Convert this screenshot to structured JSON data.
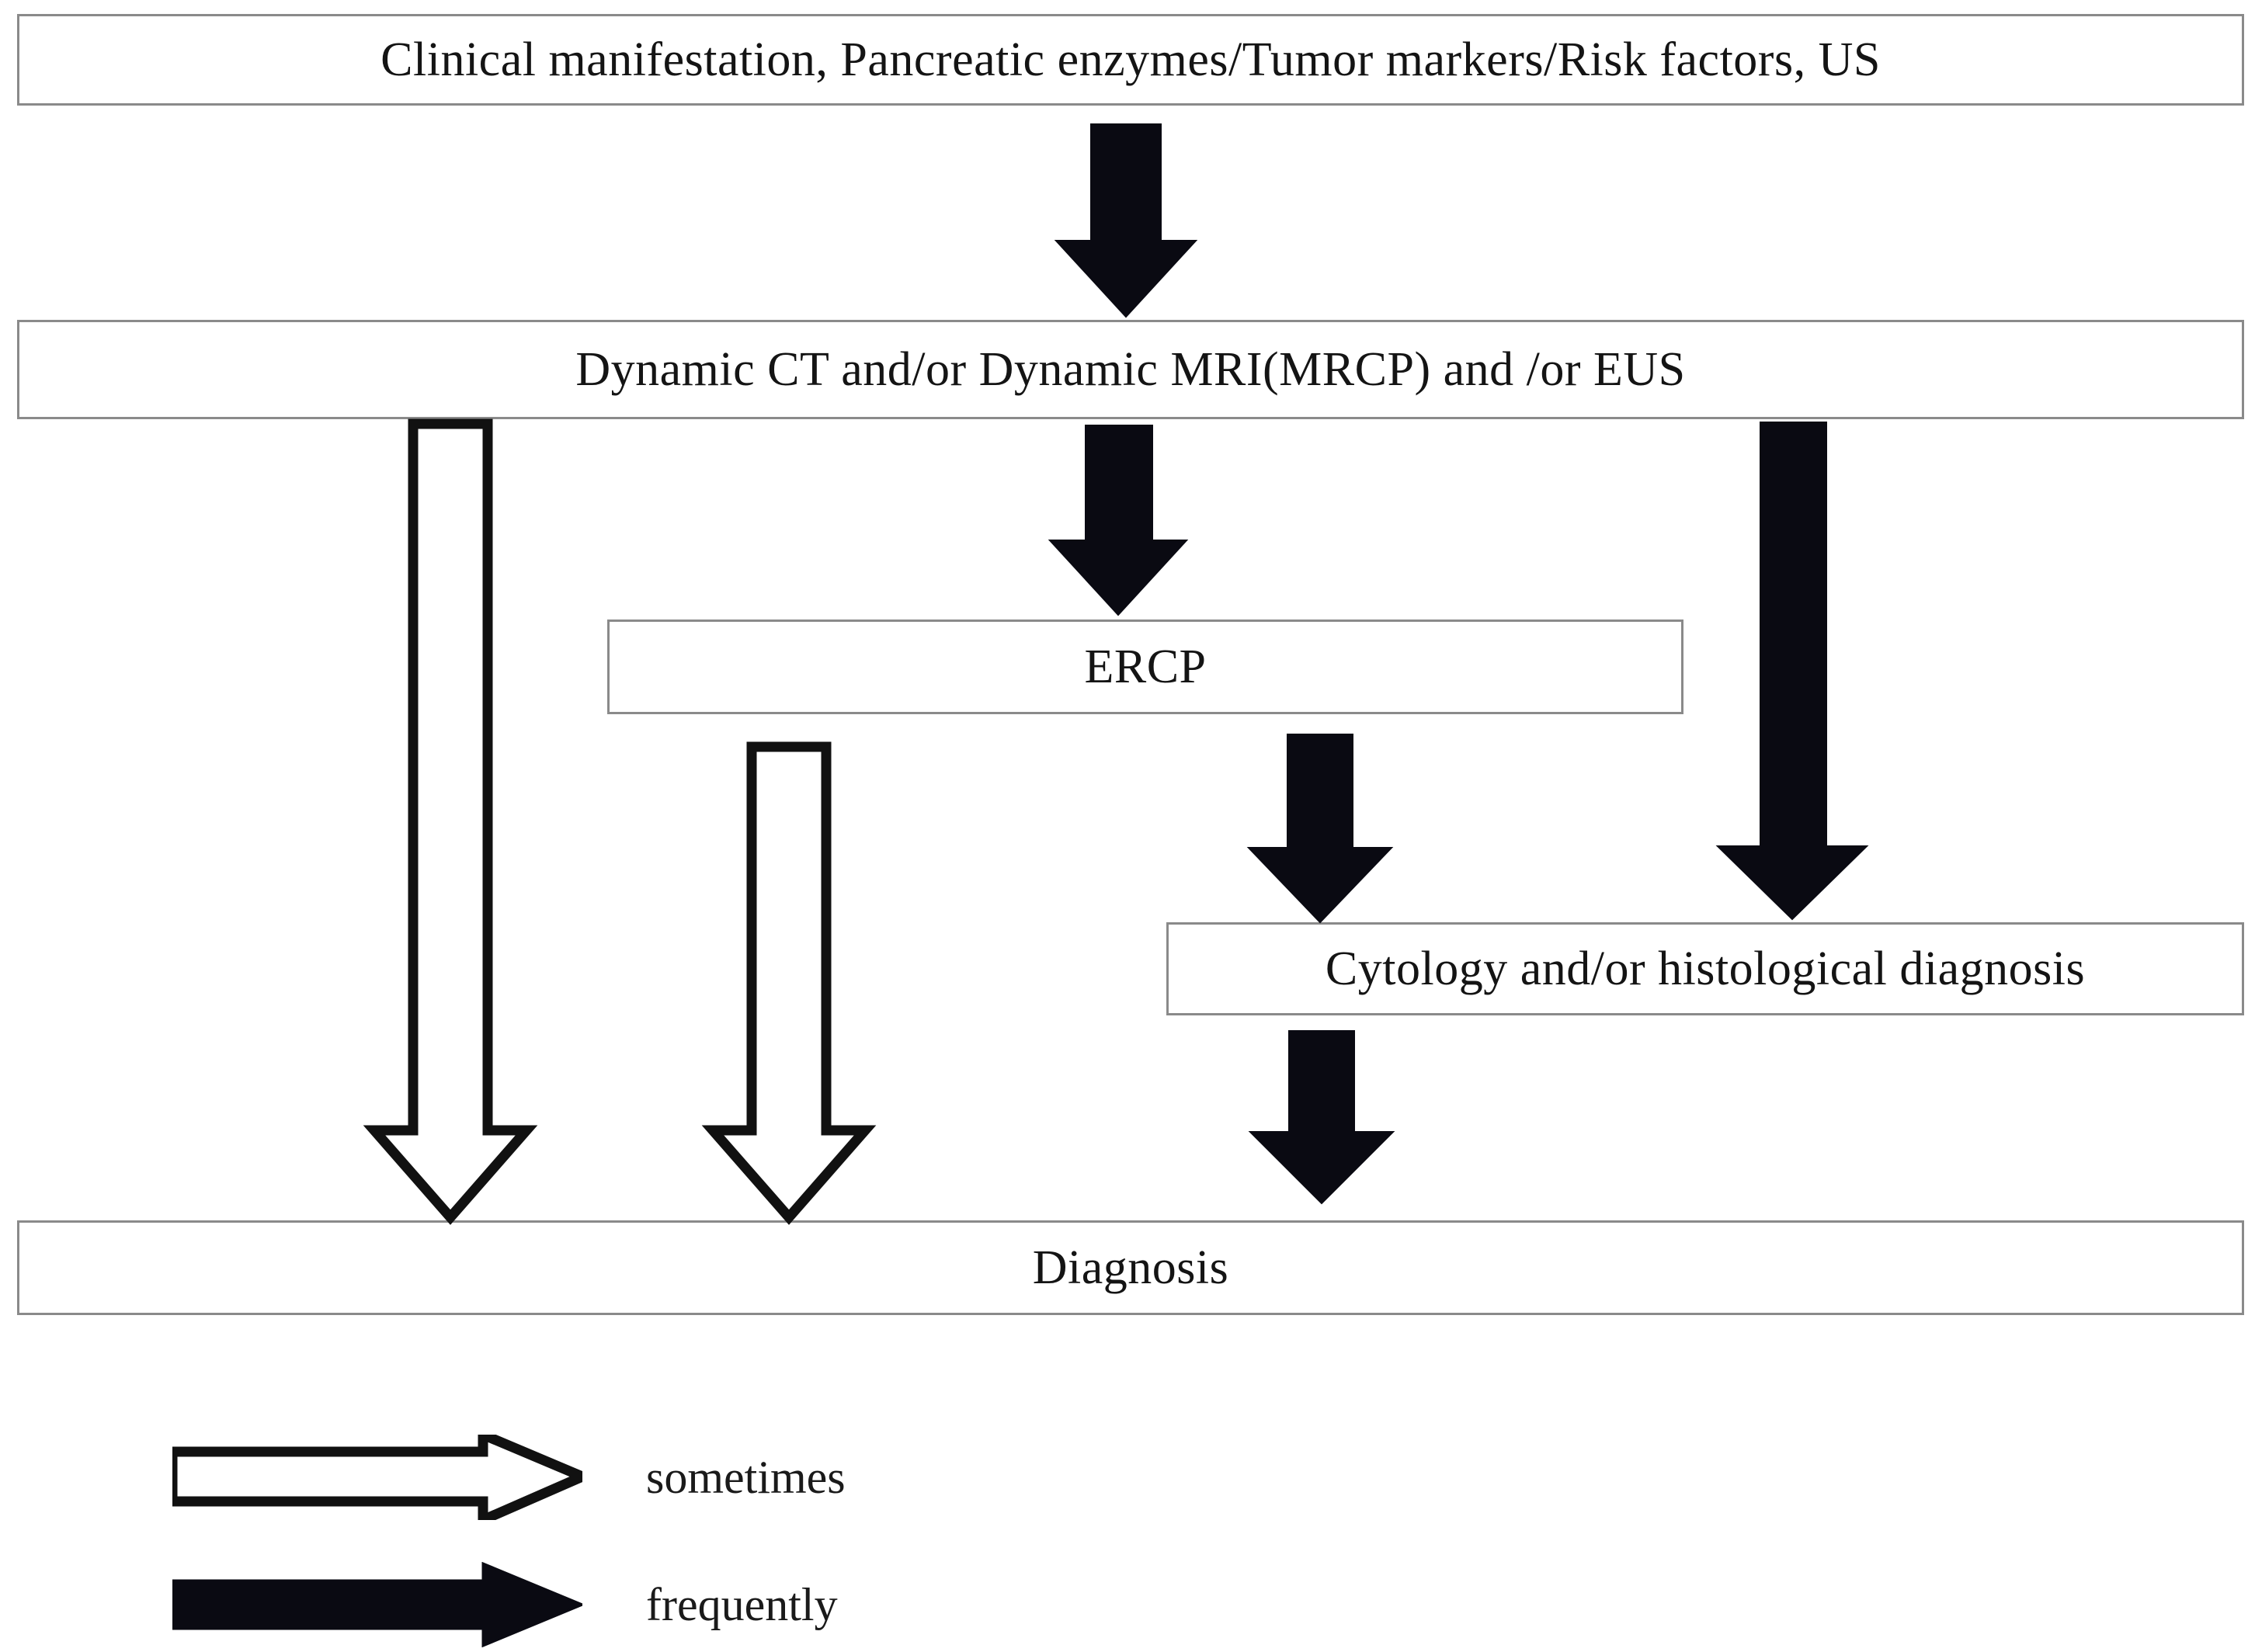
{
  "diagram": {
    "title_text_present": false,
    "nodes": [
      {
        "id": "initial-workup",
        "label": "Clinical manifestation,  Pancreatic enzymes/Tumor markers/Risk factors, US"
      },
      {
        "id": "imaging",
        "label": "Dynamic CT and/or Dynamic MRI(MRCP) and /or EUS"
      },
      {
        "id": "ercp",
        "label": "ERCP"
      },
      {
        "id": "cytology",
        "label": "Cytology and/or histological diagnosis"
      },
      {
        "id": "diagnosis",
        "label": "Diagnosis"
      }
    ],
    "edges": [
      {
        "id": "initial-to-imaging",
        "from": "initial-workup",
        "to": "imaging",
        "style": "frequently"
      },
      {
        "id": "imaging-to-ercp",
        "from": "imaging",
        "to": "ercp",
        "style": "frequently"
      },
      {
        "id": "imaging-to-cytology",
        "from": "imaging",
        "to": "cytology",
        "style": "frequently"
      },
      {
        "id": "imaging-to-diagnosis",
        "from": "imaging",
        "to": "diagnosis",
        "style": "sometimes"
      },
      {
        "id": "ercp-to-diagnosis",
        "from": "ercp",
        "to": "diagnosis",
        "style": "sometimes"
      },
      {
        "id": "ercp-to-cytology",
        "from": "ercp",
        "to": "cytology",
        "style": "frequently"
      },
      {
        "id": "cytology-to-diagnosis",
        "from": "cytology",
        "to": "diagnosis",
        "style": "frequently"
      }
    ]
  },
  "legend": {
    "items": [
      {
        "id": "legend-sometimes",
        "label": "sometimes",
        "style": "sometimes",
        "fill": "#ffffff",
        "stroke": "#111111"
      },
      {
        "id": "legend-frequently",
        "label": "frequently",
        "style": "frequently",
        "fill": "#0a0a12",
        "stroke": "#0a0a12"
      }
    ]
  },
  "colors": {
    "box_border": "#8a8a8a",
    "text": "#141414",
    "arrow_filled": "#0a0a12",
    "arrow_hollow_fill": "#ffffff",
    "arrow_hollow_stroke": "#111111",
    "background": "#ffffff"
  }
}
